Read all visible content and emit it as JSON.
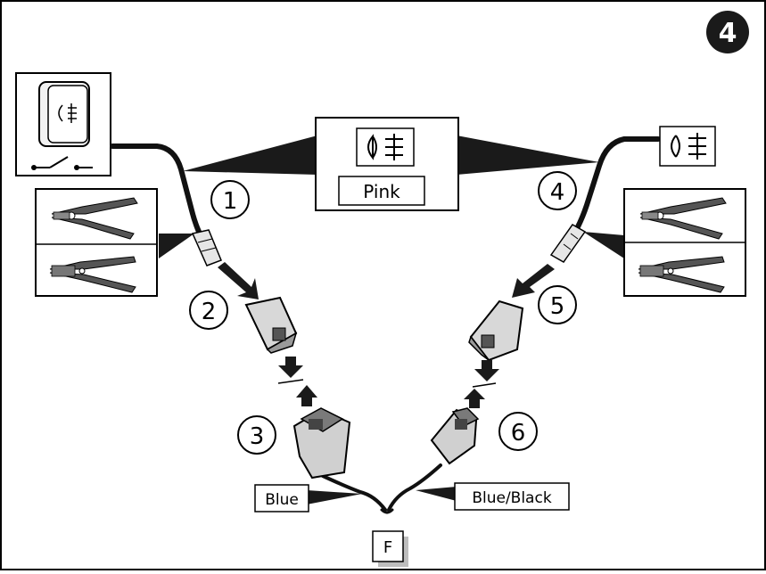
{
  "step_badge": "4",
  "fog_symbol": "O≡",
  "wire_color_label": "Pink",
  "callouts": [
    "1",
    "2",
    "3",
    "4",
    "5",
    "6"
  ],
  "bottom_left_wire_label": "Blue",
  "bottom_right_wire_label": "Blue/Black",
  "ground_label": "F"
}
